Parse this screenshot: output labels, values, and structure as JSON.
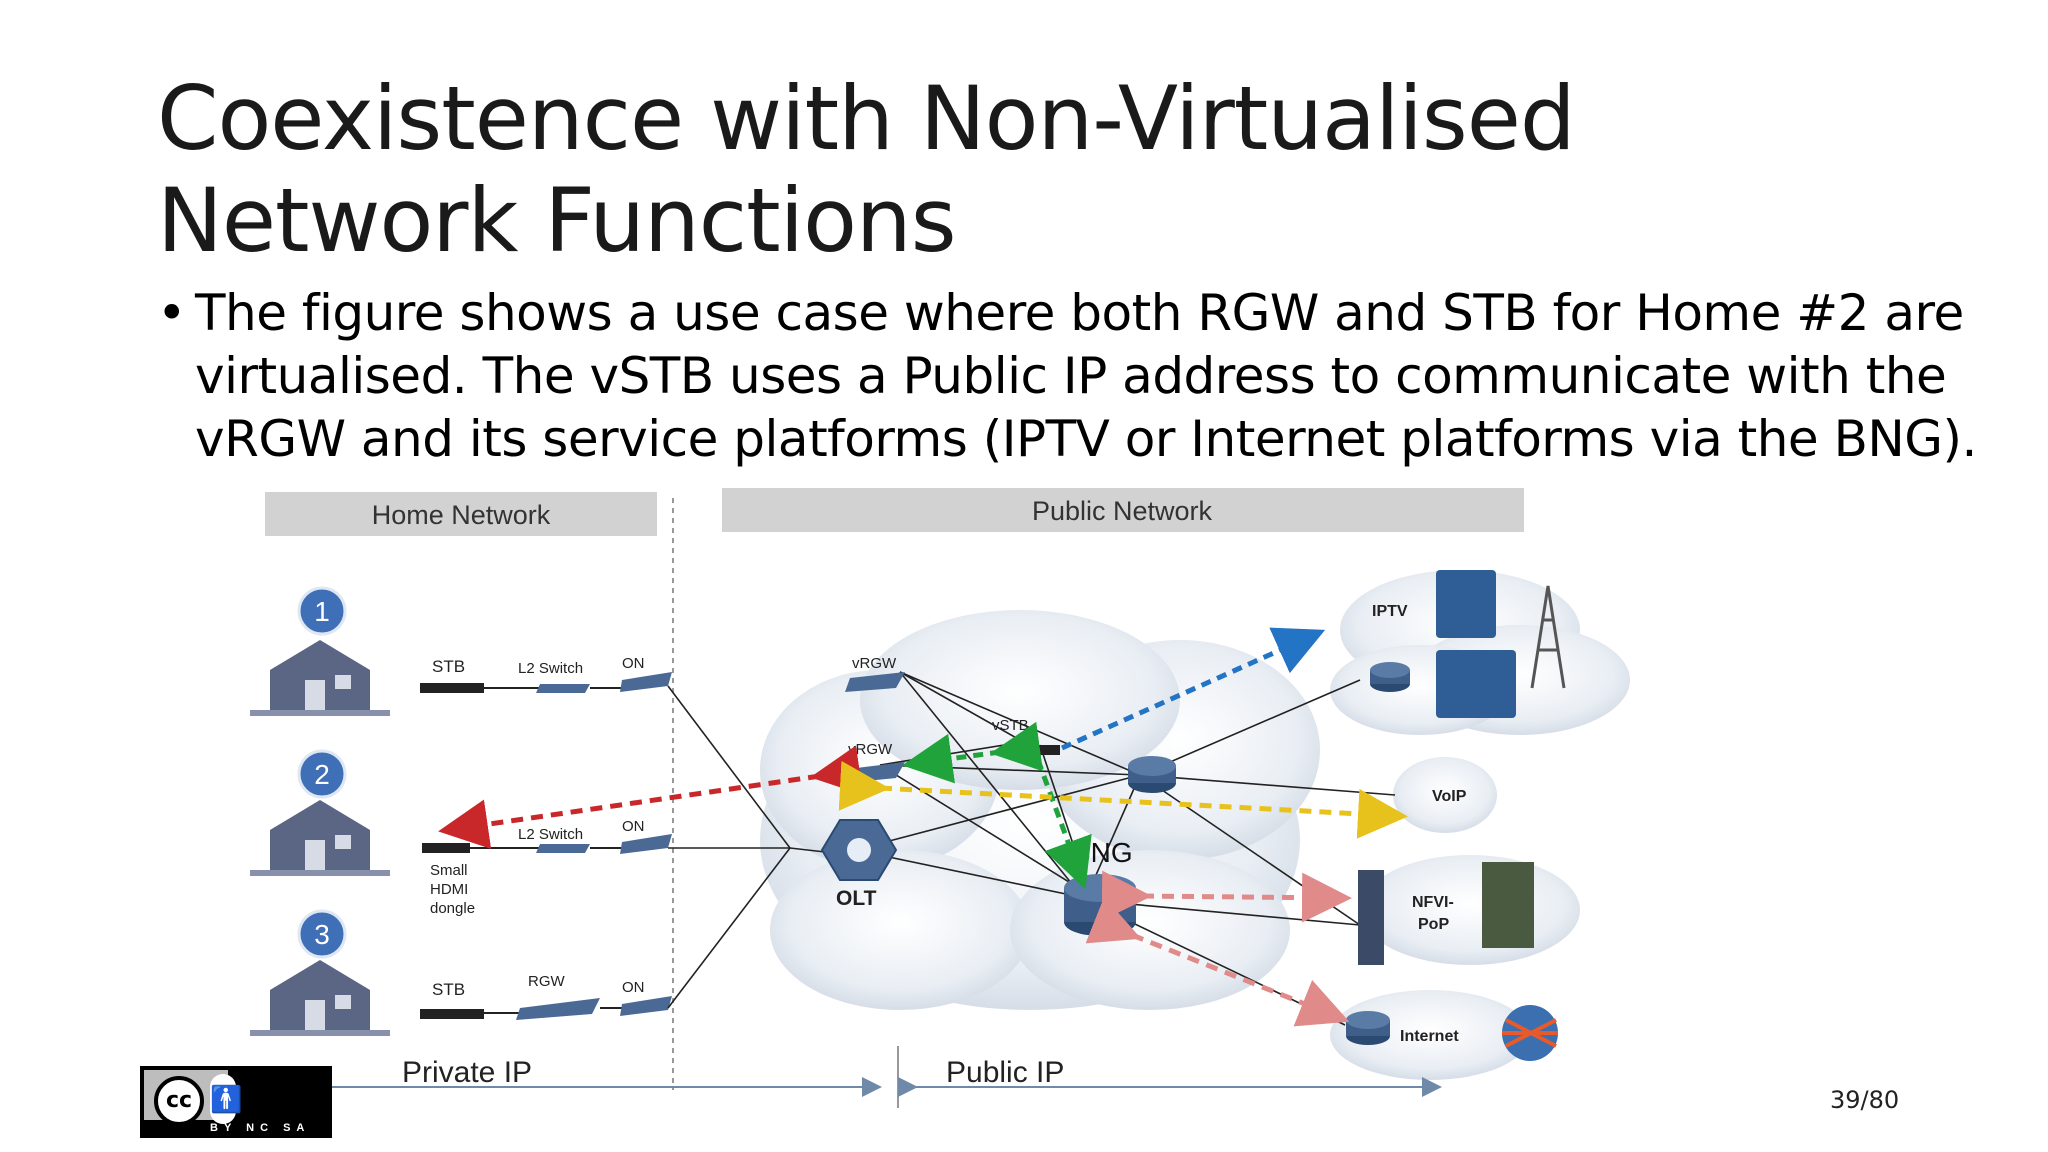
{
  "slide": {
    "title": "Coexistence with Non-Virtualised Network Functions",
    "bullet": "The figure shows a use case where both RGW and STB for Home #2 are virtualised. The vSTB uses a Public IP address to communicate with the vRGW and its service platforms (IPTV or Internet platforms via the BNG).",
    "page_number": "39/80"
  },
  "diagram": {
    "zones": {
      "home": "Home Network",
      "public": "Public Network"
    },
    "homes": [
      "1",
      "2",
      "3"
    ],
    "labels": {
      "stb1": "STB",
      "l2switch1": "L2 Switch",
      "ont1": "ON",
      "l2switch2": "L2 Switch",
      "ont2": "ON",
      "dongle": [
        "Small",
        "HDMI",
        "dongle"
      ],
      "stb3": "STB",
      "rgw3": "RGW",
      "ont3": "ON",
      "vrgw_top": "vRGW",
      "vrgw": "vRGW",
      "vstb": "vSTB",
      "olt": "OLT",
      "bng": "BNG",
      "iptv": "IPTV",
      "voip": "VoIP",
      "nfvi": [
        "NFVI-",
        "PoP"
      ],
      "internet": "Internet"
    },
    "bottom": {
      "private": "Private IP",
      "public": "Public IP"
    }
  },
  "license": {
    "cc": "cc",
    "text": "BY NC SA"
  },
  "colors": {
    "red": "#c8282a",
    "green": "#1fa33a",
    "blue": "#2374c4",
    "yellow": "#e8c21c",
    "pink": "#e08a8a",
    "house": "#5b6584",
    "badge": "#3f6fb6"
  }
}
